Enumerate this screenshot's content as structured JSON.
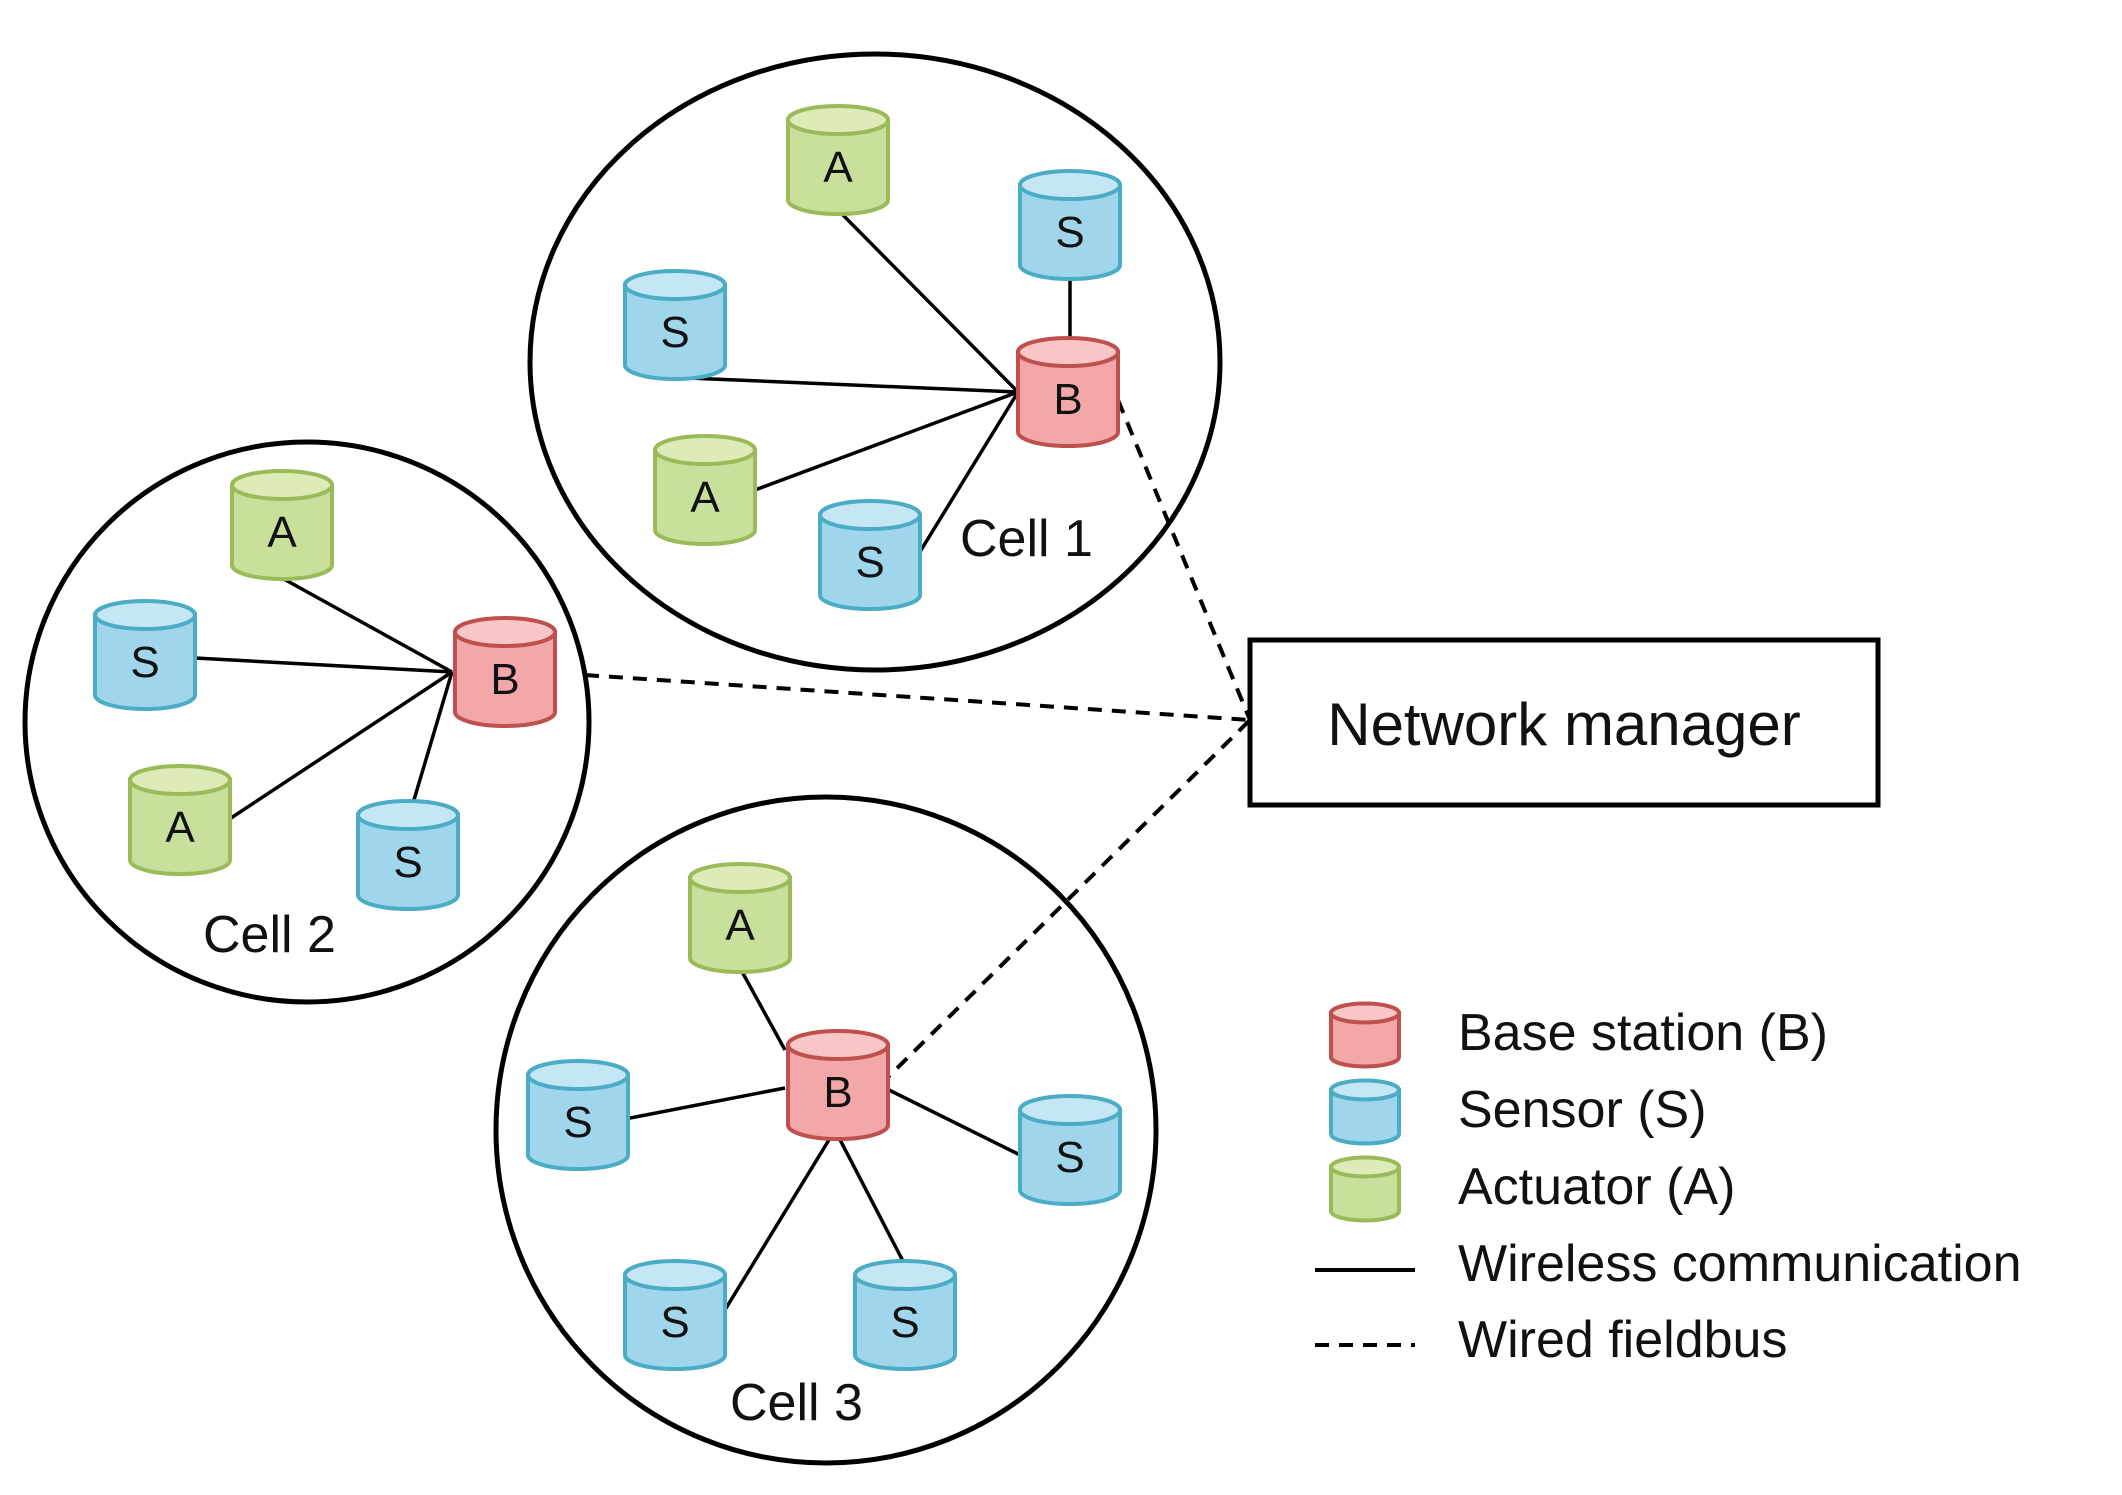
{
  "colors": {
    "base": {
      "fill": "#f2a8a8",
      "top": "#f8c6c6",
      "stroke": "#c0504d"
    },
    "sensor": {
      "fill": "#9fd6ec",
      "top": "#c4e6f5",
      "stroke": "#4bacc6"
    },
    "actuator": {
      "fill": "#c9df9c",
      "top": "#dcebb8",
      "stroke": "#9bbb59"
    },
    "line": "#000000"
  },
  "cells": [
    {
      "label": "Cell 1",
      "base": "B",
      "nodes": [
        {
          "type": "actuator",
          "label": "A",
          "link": "wireless"
        },
        {
          "type": "sensor",
          "label": "S",
          "link": "wireless"
        },
        {
          "type": "sensor",
          "label": "S",
          "link": "wireless"
        },
        {
          "type": "actuator",
          "label": "A",
          "link": "wireless"
        },
        {
          "type": "sensor",
          "label": "S",
          "link": "wireless"
        }
      ]
    },
    {
      "label": "Cell 2",
      "base": "B",
      "nodes": [
        {
          "type": "actuator",
          "label": "A",
          "link": "wireless"
        },
        {
          "type": "sensor",
          "label": "S",
          "link": "wireless"
        },
        {
          "type": "actuator",
          "label": "A",
          "link": "wireless"
        },
        {
          "type": "sensor",
          "label": "S",
          "link": "wireless"
        }
      ]
    },
    {
      "label": "Cell 3",
      "base": "B",
      "nodes": [
        {
          "type": "actuator",
          "label": "A",
          "link": "wireless"
        },
        {
          "type": "sensor",
          "label": "S",
          "link": "wireless"
        },
        {
          "type": "sensor",
          "label": "S",
          "link": "wireless"
        },
        {
          "type": "sensor",
          "label": "S",
          "link": "wireless"
        },
        {
          "type": "sensor",
          "label": "S",
          "link": "wireless"
        }
      ]
    }
  ],
  "network_manager": {
    "label": "Network manager",
    "links": [
      "Cell 1",
      "Cell 2",
      "Cell 3"
    ],
    "link_type": "wired"
  },
  "legend": {
    "base": "Base station (B)",
    "sensor": "Sensor (S)",
    "actuator": "Actuator (A)",
    "wireless": "Wireless communication",
    "wired": "Wired fieldbus"
  }
}
